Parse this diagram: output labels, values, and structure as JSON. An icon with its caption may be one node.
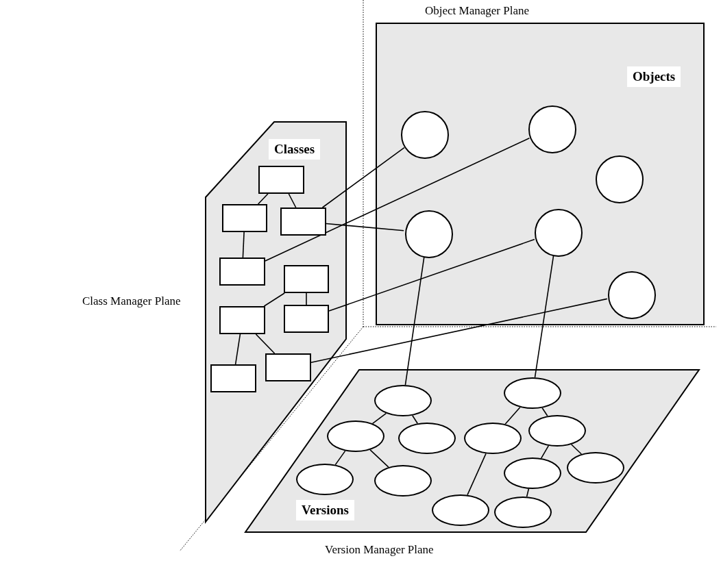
{
  "diagram": {
    "nodes": [
      {
        "text": [
          "Classes"
        ],
        "beside": [
          "Class Manager Plane"
        ]
      },
      {
        "text": [],
        "shape": "box",
        "in": 0
      },
      {
        "text": [],
        "shape": "box",
        "in": 0
      },
      {
        "text": [],
        "shape": "box",
        "in": 0
      },
      {
        "text": [],
        "shape": "box",
        "in": 0
      },
      {
        "text": [],
        "shape": "box",
        "in": 0
      },
      {
        "text": [],
        "shape": "box",
        "in": 0
      },
      {
        "text": [],
        "shape": "box",
        "in": 0
      },
      {
        "text": [],
        "shape": "box",
        "in": 0
      },
      {
        "text": [],
        "shape": "box",
        "in": 0
      },
      {
        "text": [
          "Objects"
        ],
        "beside": [
          "Object Manager Plane"
        ]
      },
      {
        "text": [],
        "shape": "circle",
        "in": 10
      },
      {
        "text": [],
        "shape": "circle",
        "in": 10
      },
      {
        "text": [],
        "shape": "circle",
        "in": 10
      },
      {
        "text": [],
        "shape": "circle",
        "in": 10
      },
      {
        "text": [],
        "shape": "circle",
        "in": 10
      },
      {
        "text": [],
        "shape": "circle",
        "in": 10
      },
      {
        "text": [
          "Versions"
        ],
        "beside": [
          "Version Manager Plane"
        ]
      },
      {
        "text": [],
        "shape": "ellipse",
        "in": 17
      },
      {
        "text": [],
        "shape": "ellipse",
        "in": 17
      },
      {
        "text": [],
        "shape": "ellipse",
        "in": 17
      },
      {
        "text": [],
        "shape": "ellipse",
        "in": 17
      },
      {
        "text": [],
        "shape": "ellipse",
        "in": 17
      },
      {
        "text": [],
        "shape": "ellipse",
        "in": 17
      },
      {
        "text": [],
        "shape": "ellipse",
        "in": 17
      },
      {
        "text": [],
        "shape": "ellipse",
        "in": 17
      },
      {
        "text": [],
        "shape": "ellipse",
        "in": 17
      },
      {
        "text": [],
        "shape": "ellipse",
        "in": 17
      },
      {
        "text": [],
        "shape": "ellipse",
        "in": 17
      },
      {
        "text": [],
        "shape": "ellipse",
        "in": 17
      }
    ],
    "edges": [
      {
        "from": 1,
        "to": 2,
        "arrow": "none"
      },
      {
        "from": 1,
        "to": 3,
        "arrow": "none"
      },
      {
        "from": 2,
        "to": 4,
        "arrow": "none"
      },
      {
        "from": 5,
        "to": 6,
        "arrow": "none"
      },
      {
        "from": 5,
        "to": 7,
        "arrow": "none"
      },
      {
        "from": 6,
        "to": 8,
        "arrow": "none"
      },
      {
        "from": 6,
        "to": 9,
        "arrow": "none"
      },
      {
        "from": 3,
        "to": 11,
        "arrow": "none"
      },
      {
        "from": 3,
        "to": 14,
        "arrow": "none"
      },
      {
        "from": 4,
        "to": 12,
        "arrow": "none"
      },
      {
        "from": 7,
        "to": 15,
        "arrow": "none"
      },
      {
        "from": 9,
        "to": 16,
        "arrow": "none"
      },
      {
        "from": 14,
        "to": 18,
        "arrow": "none"
      },
      {
        "from": 15,
        "to": 23,
        "arrow": "none"
      },
      {
        "from": 18,
        "to": 19,
        "arrow": "none"
      },
      {
        "from": 18,
        "to": 20,
        "arrow": "none"
      },
      {
        "from": 19,
        "to": 21,
        "arrow": "none"
      },
      {
        "from": 19,
        "to": 22,
        "arrow": "none"
      },
      {
        "from": 23,
        "to": 24,
        "arrow": "none"
      },
      {
        "from": 23,
        "to": 25,
        "arrow": "none"
      },
      {
        "from": 24,
        "to": 28,
        "arrow": "none"
      },
      {
        "from": 25,
        "to": 26,
        "arrow": "none"
      },
      {
        "from": 25,
        "to": 27,
        "arrow": "none"
      },
      {
        "from": 26,
        "to": 29,
        "arrow": "none"
      }
    ]
  }
}
